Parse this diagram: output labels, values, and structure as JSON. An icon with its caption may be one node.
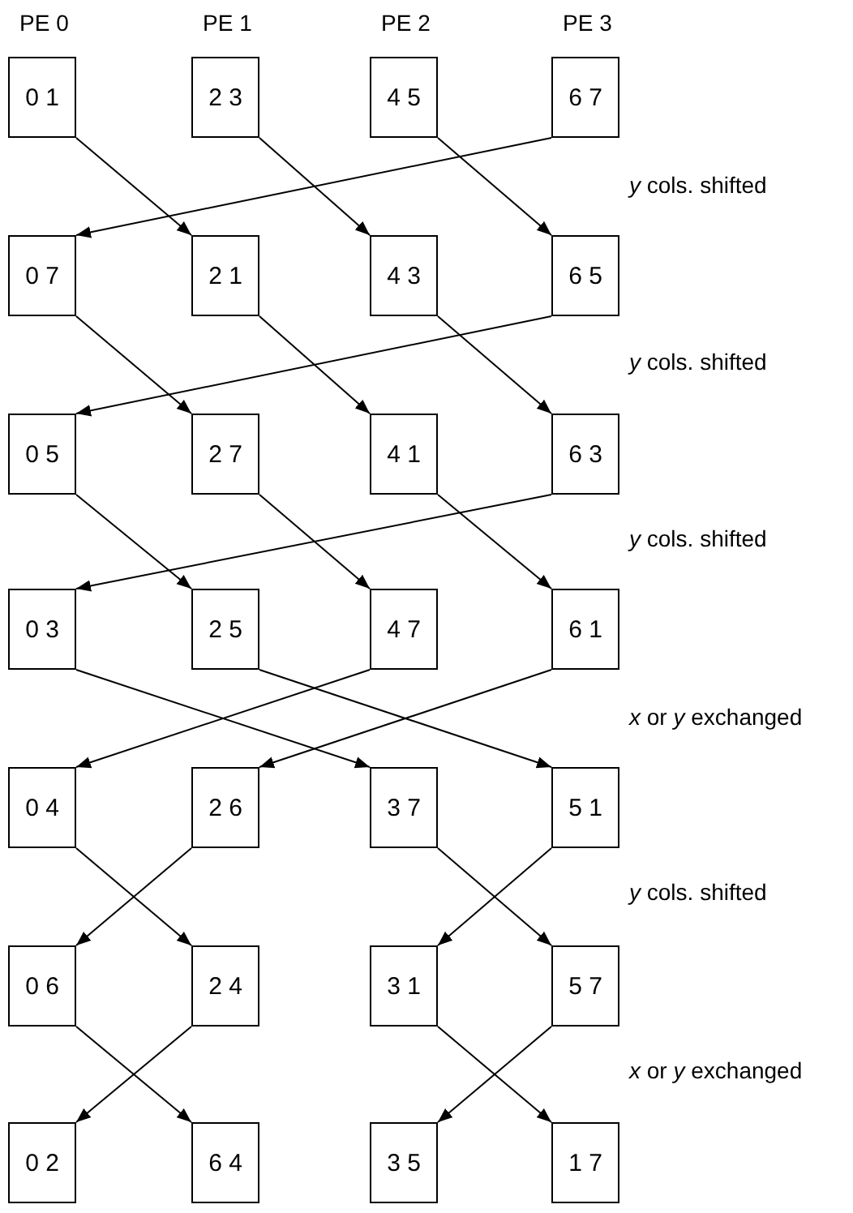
{
  "diagram": {
    "nodes": [
      {
        "text": [
          "0 1"
        ]
      },
      {
        "text": [
          "2 3"
        ]
      },
      {
        "text": [
          "4 5"
        ]
      },
      {
        "text": [
          "6 7"
        ]
      },
      {
        "text": [
          "0 7"
        ]
      },
      {
        "text": [
          "2 1"
        ]
      },
      {
        "text": [
          "4 3"
        ]
      },
      {
        "text": [
          "6 5"
        ]
      },
      {
        "text": [
          "0 5"
        ]
      },
      {
        "text": [
          "2 7"
        ]
      },
      {
        "text": [
          "4 1"
        ]
      },
      {
        "text": [
          "6 3"
        ]
      },
      {
        "text": [
          "0 3"
        ]
      },
      {
        "text": [
          "2 5"
        ]
      },
      {
        "text": [
          "4 7"
        ]
      },
      {
        "text": [
          "6 1"
        ]
      },
      {
        "text": [
          "0 4"
        ]
      },
      {
        "text": [
          "2 6"
        ]
      },
      {
        "text": [
          "3 7"
        ]
      },
      {
        "text": [
          "5 1"
        ]
      },
      {
        "text": [
          "0 6"
        ]
      },
      {
        "text": [
          "2 4"
        ]
      },
      {
        "text": [
          "3 1"
        ]
      },
      {
        "text": [
          "5 7"
        ]
      },
      {
        "text": [
          "0 2"
        ]
      },
      {
        "text": [
          "6 4"
        ]
      },
      {
        "text": [
          "3 5"
        ]
      },
      {
        "text": [
          "1 7"
        ]
      }
    ],
    "edges": [
      {
        "from": 0,
        "to": 5,
        "arrow": "to"
      },
      {
        "from": 1,
        "to": 6,
        "arrow": "to"
      },
      {
        "from": 2,
        "to": 7,
        "arrow": "to"
      },
      {
        "from": 3,
        "to": 4,
        "arrow": "to"
      },
      {
        "from": 4,
        "to": 9,
        "arrow": "to"
      },
      {
        "from": 5,
        "to": 10,
        "arrow": "to"
      },
      {
        "from": 6,
        "to": 11,
        "arrow": "to"
      },
      {
        "from": 7,
        "to": 8,
        "arrow": "to"
      },
      {
        "from": 8,
        "to": 13,
        "arrow": "to"
      },
      {
        "from": 9,
        "to": 14,
        "arrow": "to"
      },
      {
        "from": 10,
        "to": 15,
        "arrow": "to"
      },
      {
        "from": 11,
        "to": 12,
        "arrow": "to"
      },
      {
        "from": 12,
        "to": 18,
        "arrow": "to"
      },
      {
        "from": 13,
        "to": 19,
        "arrow": "to"
      },
      {
        "from": 14,
        "to": 16,
        "arrow": "to"
      },
      {
        "from": 15,
        "to": 17,
        "arrow": "to"
      },
      {
        "from": 16,
        "to": 21,
        "arrow": "to"
      },
      {
        "from": 17,
        "to": 20,
        "arrow": "to"
      },
      {
        "from": 18,
        "to": 23,
        "arrow": "to"
      },
      {
        "from": 19,
        "to": 22,
        "arrow": "to"
      },
      {
        "from": 20,
        "to": 25,
        "arrow": "to"
      },
      {
        "from": 21,
        "to": 24,
        "arrow": "to"
      },
      {
        "from": 22,
        "to": 27,
        "arrow": "to"
      },
      {
        "from": 23,
        "to": 26,
        "arrow": "to"
      }
    ],
    "labels": [
      "PE 0",
      "PE 1",
      "PE 2",
      "PE 3",
      "*y* cols. shifted",
      "*y* cols. shifted",
      "*y* cols. shifted",
      "*x* or *y* exchanged",
      "*y* cols. shifted",
      "*x* or *y* exchanged"
    ]
  }
}
